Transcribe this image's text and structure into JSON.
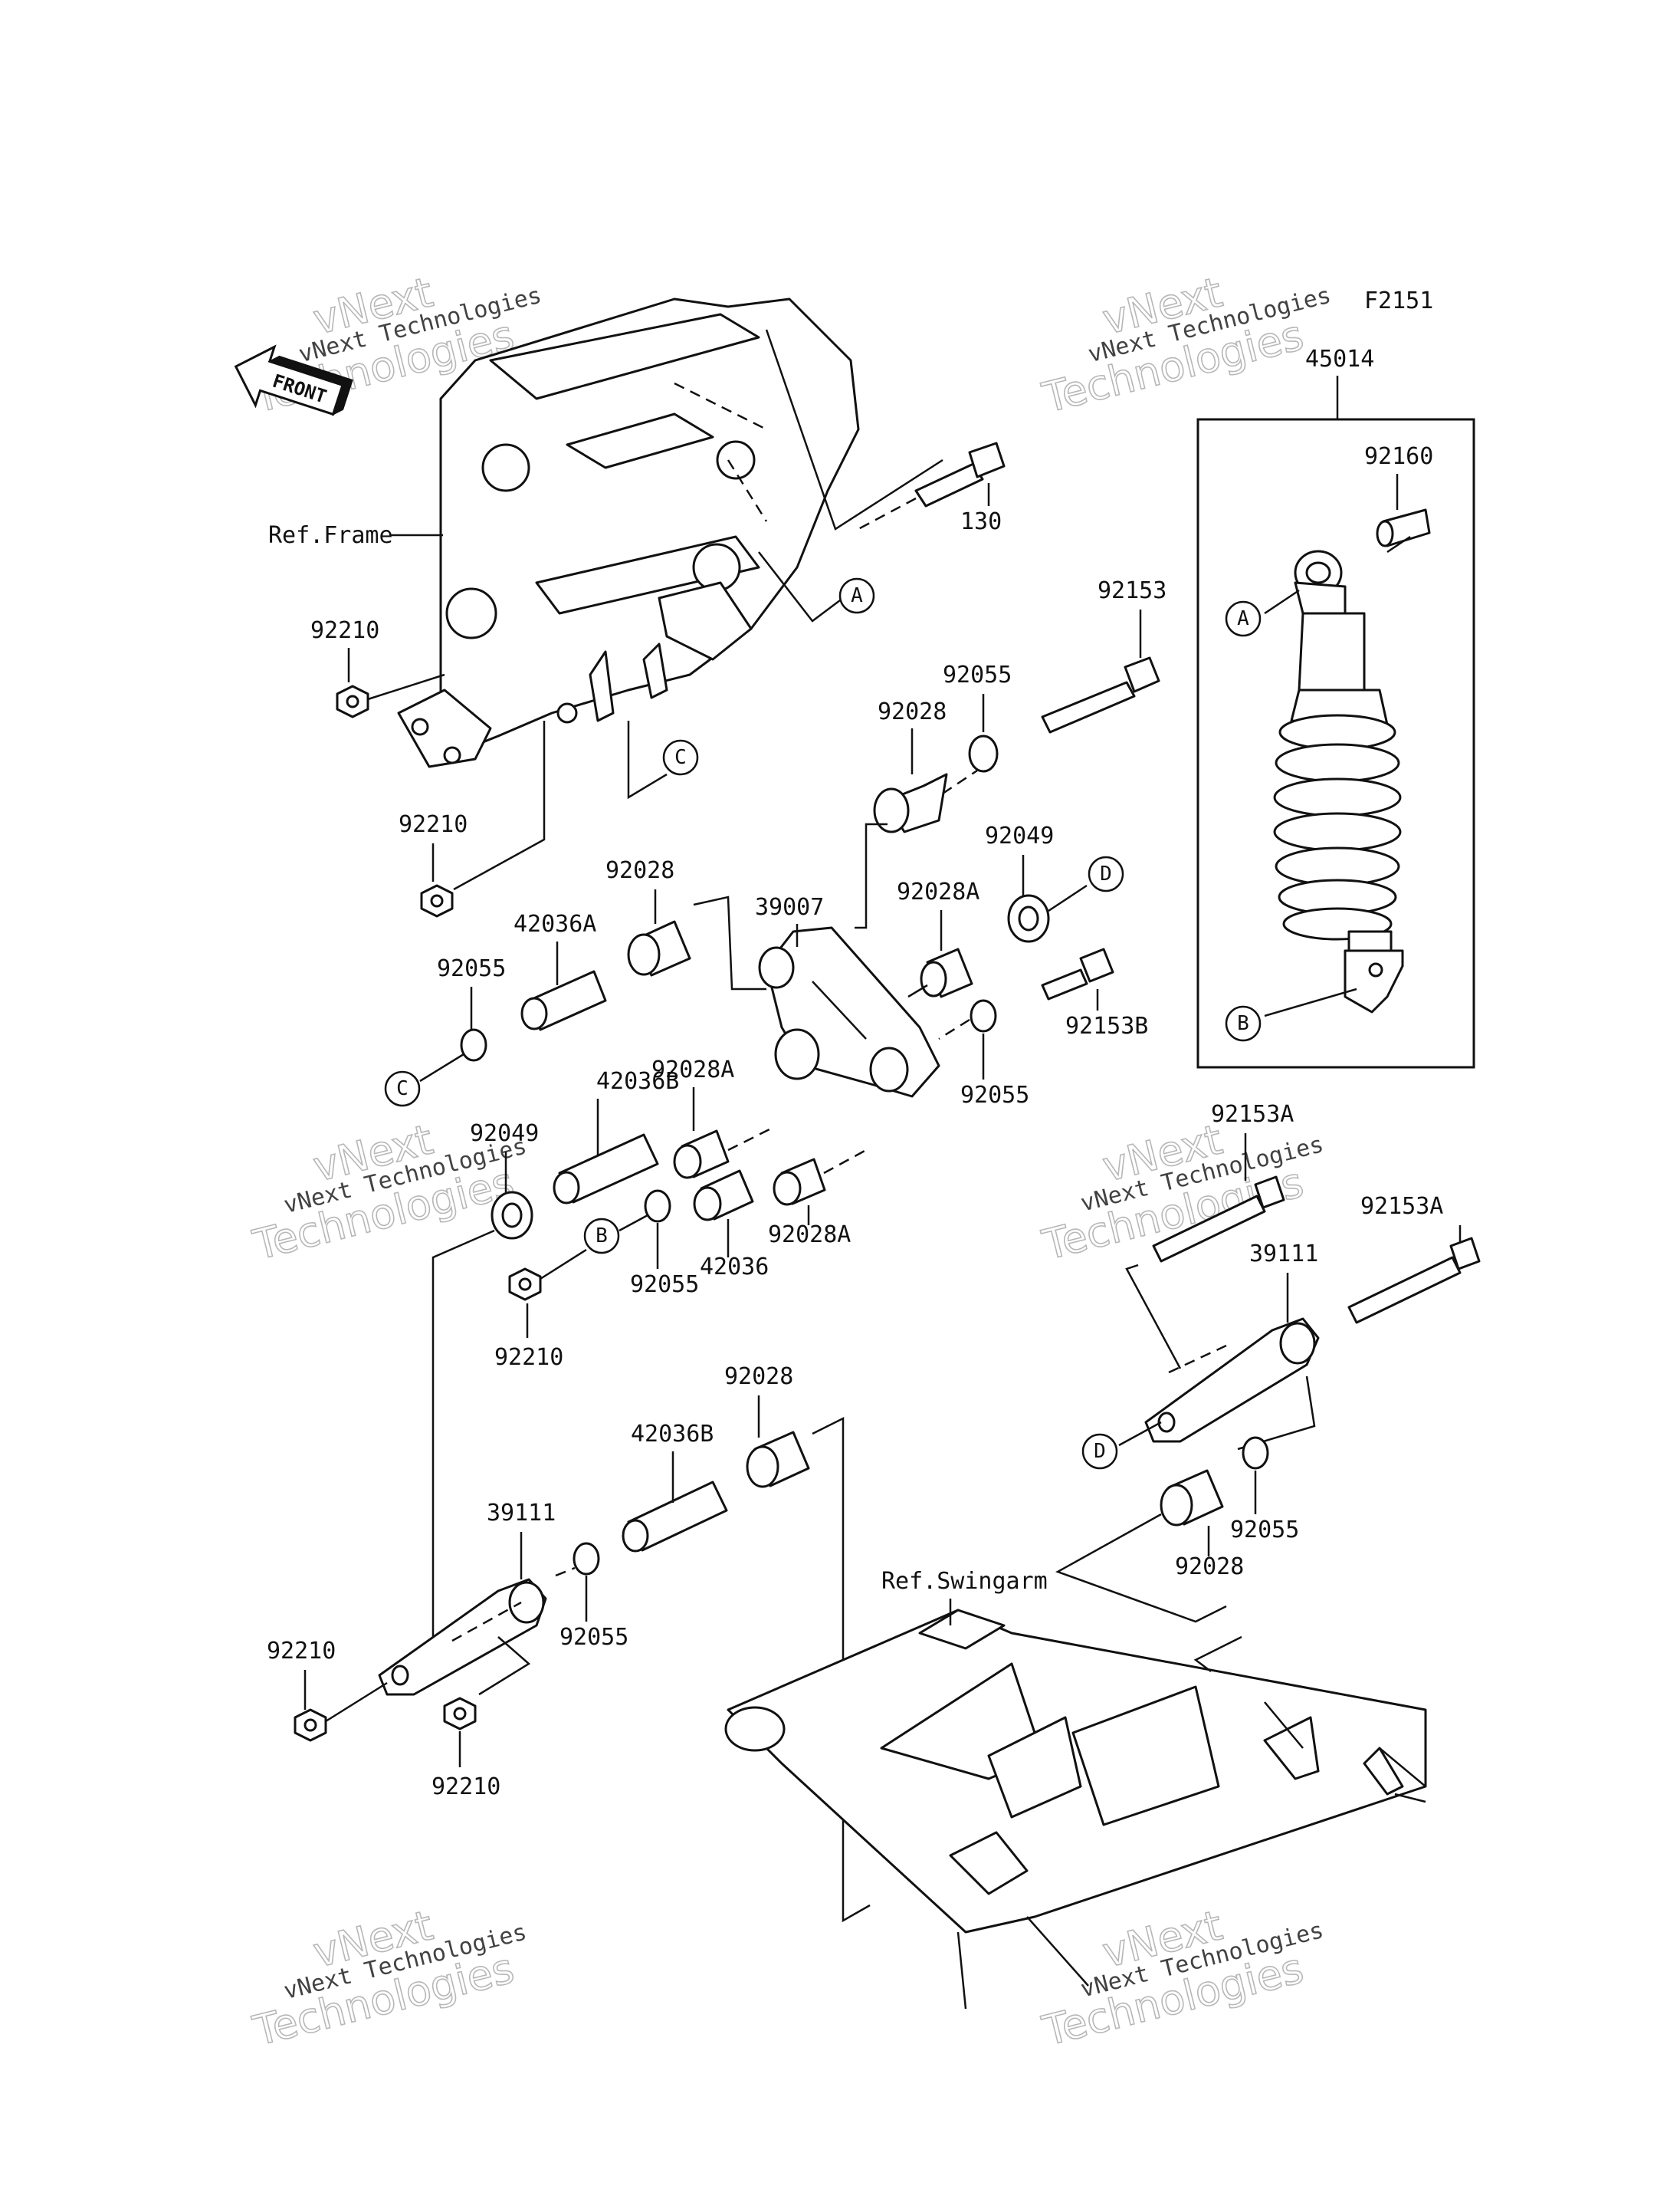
{
  "figure_code": "F2151",
  "front_arrow": {
    "label": "FRONT"
  },
  "references": {
    "frame": "Ref.Frame",
    "swingarm": "Ref.Swingarm"
  },
  "watermark": {
    "line1": "vNext Technologies",
    "line2": "vNext",
    "line3": "Technologies"
  },
  "callouts": {
    "A": "A",
    "B": "B",
    "C": "C",
    "D": "D"
  },
  "parts": {
    "p45014": "45014",
    "p92160": "92160",
    "p130": "130",
    "p92153": "92153",
    "p92055": "92055",
    "p92028": "92028",
    "p92049": "92049",
    "p92028A": "92028A",
    "p39007": "39007",
    "p42036A": "42036A",
    "p92153B": "92153B",
    "p42036B": "42036B",
    "p42036": "42036",
    "p92210": "92210",
    "p92153A": "92153A",
    "p39111": "39111"
  }
}
